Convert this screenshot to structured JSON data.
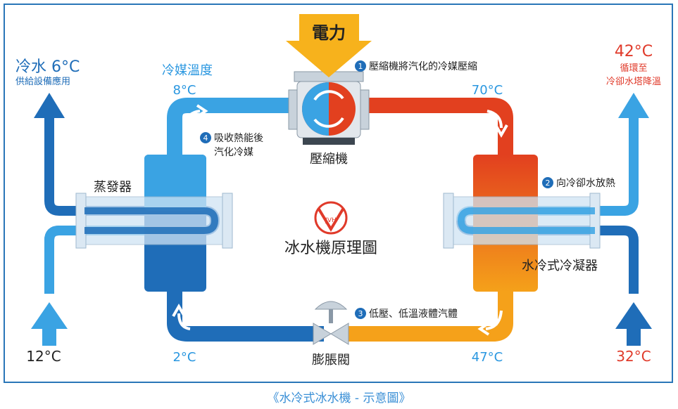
{
  "caption": "《水冷式冰水機 - 示意圖》",
  "center_title": "冰水機原理圖",
  "logo_text": "JVH",
  "power_label": "電力",
  "components": {
    "compressor": "壓縮機",
    "evaporator": "蒸發器",
    "condenser": "水冷式冷凝器",
    "expansion_valve": "膨脹閥"
  },
  "steps": [
    {
      "num": "1",
      "text": "壓縮機將汽化的冷媒壓縮"
    },
    {
      "num": "2",
      "text": "向冷卻水放熱"
    },
    {
      "num": "3",
      "text": "低壓、低溫液體汽體"
    },
    {
      "num": "4",
      "text_line1": "吸收熱能後",
      "text_line2": "汽化冷媒"
    }
  ],
  "chilled_water": {
    "out_title": "冷水 6°C",
    "out_sub": "供給設備應用",
    "in_temp": "12°C"
  },
  "cooling_water": {
    "out_temp": "42°C",
    "out_line1": "循環至",
    "out_line2": "冷卻水塔降溫",
    "in_temp": "32°C"
  },
  "refrigerant": {
    "title": "冷媒溫度",
    "temp_top_left": "8°C",
    "temp_top_right": "70°C",
    "temp_bottom_left": "2°C",
    "temp_bottom_right": "47°C"
  },
  "colors": {
    "cold_blue": "#1f6db8",
    "light_blue": "#3aa3e3",
    "hot_red": "#e2401f",
    "warm_orange": "#f5a11a",
    "arrow_yellow": "#f7b21c",
    "accent_red": "#e03a2a",
    "label_blue": "#2a97e0"
  }
}
